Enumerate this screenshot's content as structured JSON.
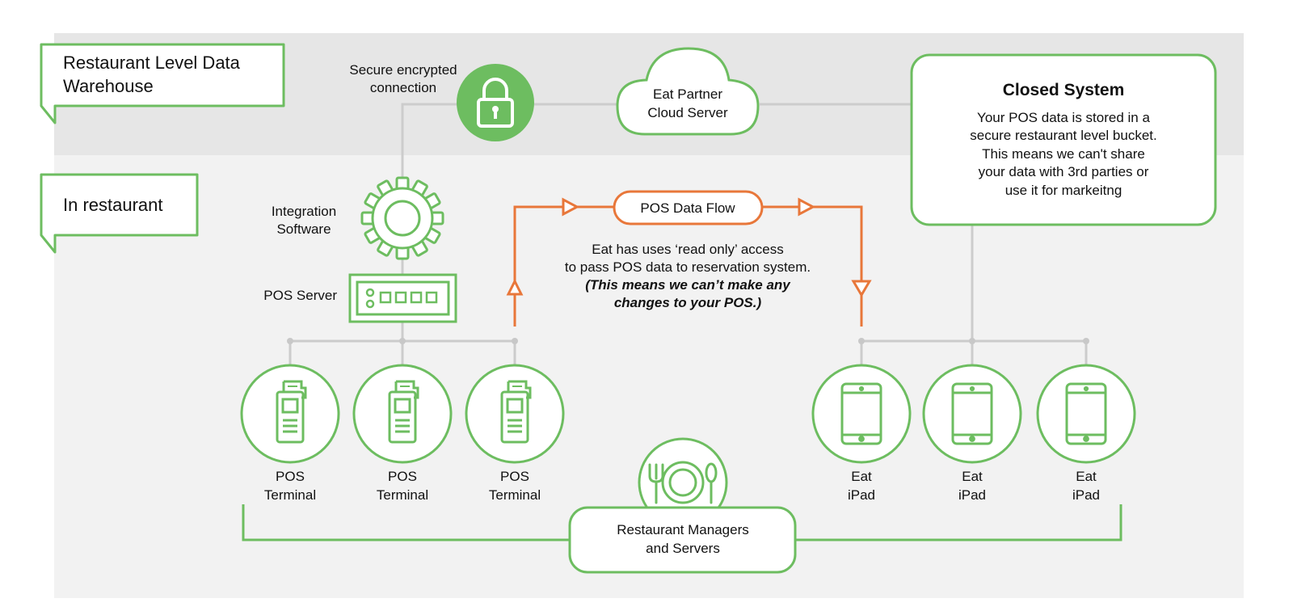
{
  "zones": {
    "warehouse_label": [
      "Restaurant Level Data",
      "Warehouse"
    ],
    "restaurant_label": "In restaurant"
  },
  "secure": {
    "label": [
      "Secure encrypted",
      "connection"
    ],
    "icon": "lock-icon"
  },
  "cloud": {
    "label": [
      "Eat Partner",
      "Cloud Server"
    ],
    "icon": "cloud-icon"
  },
  "closed_system": {
    "title": "Closed System",
    "body": [
      "Your POS data is stored in a",
      "secure restaurant level bucket.",
      "This means we can't share",
      "your data with 3rd parties or",
      "use it for markeitng"
    ]
  },
  "integration": {
    "label": [
      "Integration",
      "Software"
    ],
    "icon": "gear-icon"
  },
  "pos_server": {
    "label": "POS Server",
    "icon": "server-icon"
  },
  "flow": {
    "label": "POS Data Flow",
    "note": [
      "Eat has uses ‘read only’ access",
      "to pass POS data to reservation system."
    ],
    "note_italic": [
      "(This means we can’t make any",
      "changes to your POS.)"
    ]
  },
  "terminals": [
    {
      "label": [
        "POS",
        "Terminal"
      ],
      "icon": "pos-terminal-icon"
    },
    {
      "label": [
        "POS",
        "Terminal"
      ],
      "icon": "pos-terminal-icon"
    },
    {
      "label": [
        "POS",
        "Terminal"
      ],
      "icon": "pos-terminal-icon"
    }
  ],
  "ipads": [
    {
      "label": [
        "Eat",
        "iPad"
      ],
      "icon": "tablet-icon"
    },
    {
      "label": [
        "Eat",
        "iPad"
      ],
      "icon": "tablet-icon"
    },
    {
      "label": [
        "Eat",
        "iPad"
      ],
      "icon": "tablet-icon"
    }
  ],
  "staff": {
    "label": [
      "Restaurant Managers",
      "and Servers"
    ],
    "icon": "plate-cutlery-icon"
  },
  "colors": {
    "green": "#6dbd60",
    "orange": "#e8773a",
    "line_gray": "#cccccc",
    "top_band": "#e6e6e6",
    "bottom_band": "#f2f2f2"
  }
}
